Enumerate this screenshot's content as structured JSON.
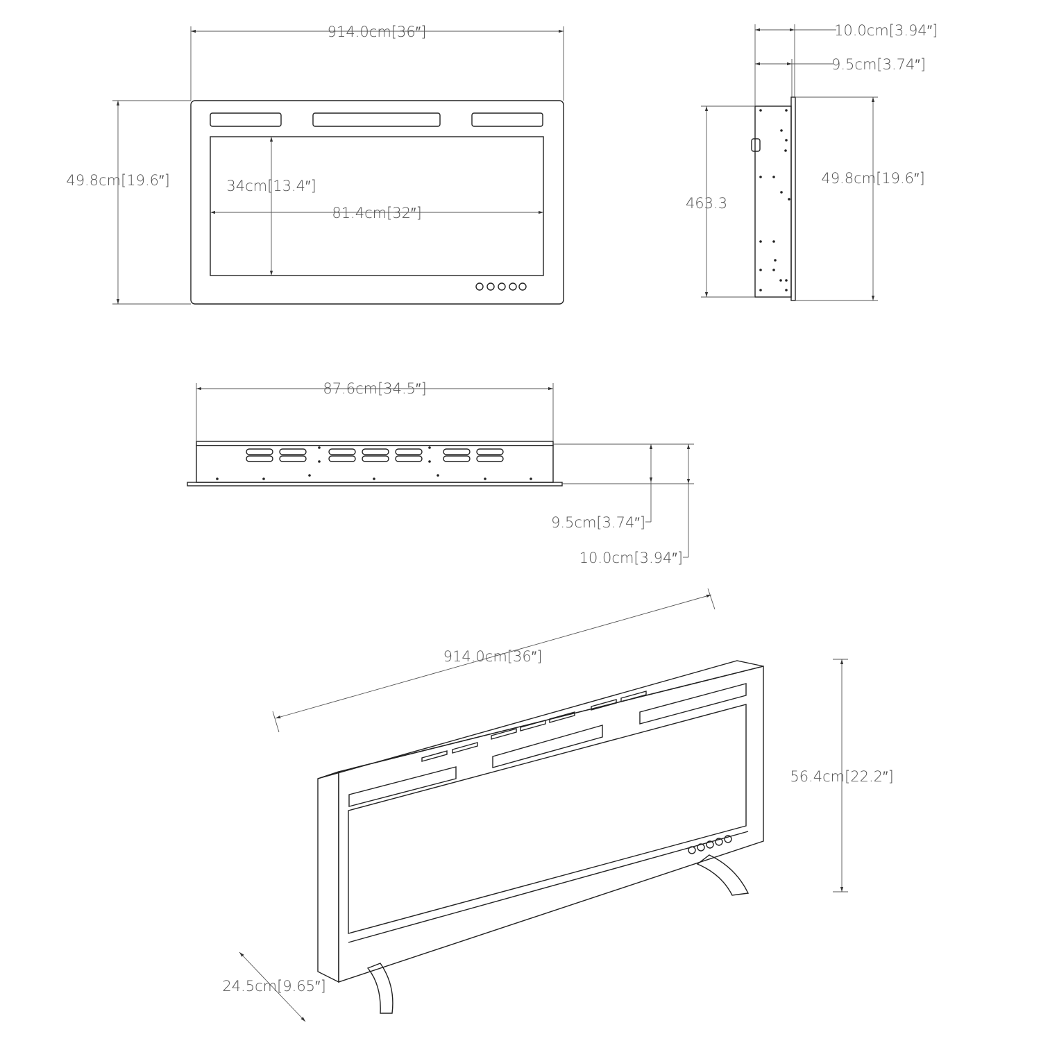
{
  "front_view": {
    "overall_width": "914.0cm[36″]",
    "overall_height": "49.8cm[19.6″]",
    "screen_height": "34cm[13.4″]",
    "screen_width": "81.4cm[32″]"
  },
  "side_view": {
    "depth_with_panel": "10.0cm[3.94″]",
    "body_depth": "9.5cm[3.74″]",
    "body_height": "463.3",
    "overall_height": "49.8cm[19.6″]"
  },
  "top_view": {
    "body_width": "87.6cm[34.5″]",
    "body_depth": "9.5cm[3.74″]",
    "depth_with_panel": "10.0cm[3.94″]"
  },
  "iso_view": {
    "overall_width": "914.0cm[36″]",
    "height_with_legs": "56.4cm[22.2″]",
    "leg_depth": "24.5cm[9.65″]"
  }
}
